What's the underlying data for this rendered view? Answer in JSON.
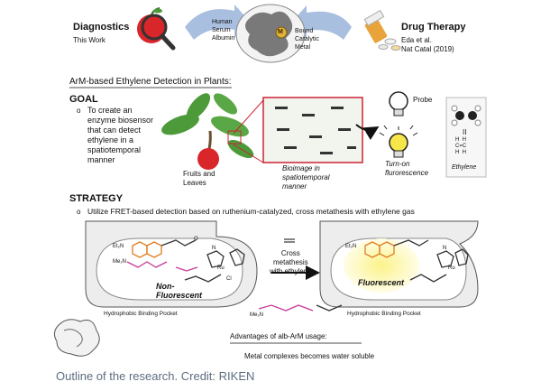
{
  "top": {
    "diagnostics_title": "Diagnostics",
    "diagnostics_sub": "This Work",
    "protein_label": "Human\nSerum\nAlbumin",
    "metal_badge": "M",
    "metal_label": "Bound\nCatalytic\nMetal",
    "drug_title": "Drug Therapy",
    "drug_ref_1": "Eda et al.",
    "drug_ref_2": "Nat Catal (2019)"
  },
  "section": {
    "heading": "ArM-based Ethylene Detection in Plants:",
    "goal_title": "GOAL",
    "goal_text": "To create an\nenzyme biosensor\nthat can detect\nethylene in a\nspatiotemporal\nmanner",
    "fruits_label": "Fruits and\nLeaves",
    "bioimage_label": "Bioimage in\nspatiotemporal\nmanner",
    "probe_label": "Probe",
    "turn_on_label": "Turn-on\nflurorescence",
    "ethylene_label": "Ethylene",
    "ethylene_bond": "II",
    "ethylene_formula": "H  H\nC=C\nH  H",
    "strategy_title": "STRATEGY",
    "strategy_text": "Utilize FRET-based detection based on ruthenium-catalyzed, cross metathesis with ethylene gas",
    "reaction_label": "Cross\nmetathesis\nwith ethylene",
    "non_fluorescent": "Non-\nFluorescent",
    "fluorescent": "Fluorescent",
    "pocket_left": "Hydrophobic Binding Pocket",
    "pocket_right": "Hydrophobic Binding Pocket",
    "advantages_title": "Advantages of alb-ArM usage:",
    "advantages_item": "Metal complexes becomes water soluble",
    "ru_label_left": "Ru",
    "ru_label_right": "Ru",
    "cl_label": "Cl",
    "n_label_left": "N",
    "n_label_right": "N",
    "o_label": "O",
    "me2n_label": "Me₂N",
    "et2n_label": "Et₂N"
  },
  "caption": "Outline of the research. Credit: RIKEN",
  "colors": {
    "arrow_blue": "#a9bfe0",
    "apple_red": "#d8262a",
    "leaf_green": "#4c9a3a",
    "glow_yellow": "#f7ef9a",
    "caption_gray": "#5d6e80",
    "orange_chain": "#e07c1e",
    "coumarin_blue": "#3a6db5"
  },
  "icons": [
    "magnifier-apple-icon",
    "pill-bottle-icon",
    "protein-blob-icon",
    "lightbulb-off-icon",
    "lightbulb-on-icon",
    "ethylene-model-icon",
    "plant-icon"
  ]
}
